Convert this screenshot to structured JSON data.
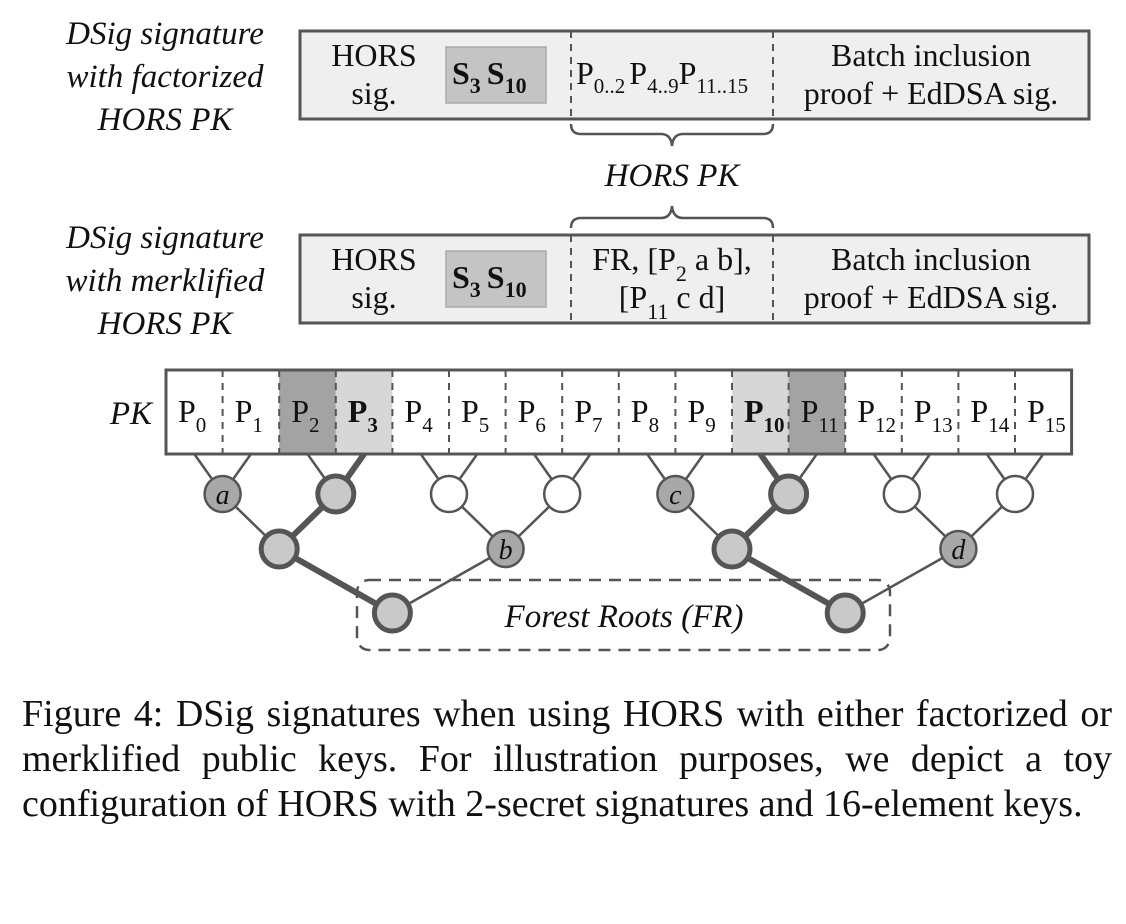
{
  "figure": {
    "rows": [
      {
        "label_lines": [
          "DSig signature",
          "with factorized",
          "HORS PK"
        ],
        "hors_sig_lines": [
          "HORS",
          "sig."
        ],
        "secrets": [
          {
            "base": "S",
            "sub": "3"
          },
          {
            "base": "S",
            "sub": "10"
          }
        ],
        "pk_segments": [
          {
            "base": "P",
            "sub": "0..2"
          },
          {
            "base": "P",
            "sub": "4..9"
          },
          {
            "base": "P",
            "sub": "11..15"
          }
        ],
        "batch_lines": [
          "Batch inclusion",
          "proof + EdDSA sig."
        ]
      },
      {
        "label_lines": [
          "DSig signature",
          "with merklified",
          "HORS PK"
        ],
        "hors_sig_lines": [
          "HORS",
          "sig."
        ],
        "secrets": [
          {
            "base": "S",
            "sub": "3"
          },
          {
            "base": "S",
            "sub": "10"
          }
        ],
        "merkle_line1": {
          "pre": "FR, [P",
          "sub": "2",
          "post": " a b],"
        },
        "merkle_line2": {
          "pre": "[P",
          "sub": "11",
          "post": " c d]"
        },
        "batch_lines": [
          "Batch inclusion",
          "proof + EdDSA sig."
        ]
      }
    ],
    "hors_pk_label": "HORS PK",
    "pk_label": "PK",
    "pk_cells": [
      {
        "base": "P",
        "sub": "0",
        "state": "plain"
      },
      {
        "base": "P",
        "sub": "1",
        "state": "plain"
      },
      {
        "base": "P",
        "sub": "2",
        "state": "dark"
      },
      {
        "base": "P",
        "sub": "3",
        "state": "light-bold"
      },
      {
        "base": "P",
        "sub": "4",
        "state": "plain"
      },
      {
        "base": "P",
        "sub": "5",
        "state": "plain"
      },
      {
        "base": "P",
        "sub": "6",
        "state": "plain"
      },
      {
        "base": "P",
        "sub": "7",
        "state": "plain"
      },
      {
        "base": "P",
        "sub": "8",
        "state": "plain"
      },
      {
        "base": "P",
        "sub": "9",
        "state": "plain"
      },
      {
        "base": "P",
        "sub": "10",
        "state": "light-bold"
      },
      {
        "base": "P",
        "sub": "11",
        "state": "dark"
      },
      {
        "base": "P",
        "sub": "12",
        "state": "plain"
      },
      {
        "base": "P",
        "sub": "13",
        "state": "plain"
      },
      {
        "base": "P",
        "sub": "14",
        "state": "plain"
      },
      {
        "base": "P",
        "sub": "15",
        "state": "plain"
      }
    ],
    "node_labels": {
      "a": "a",
      "b": "b",
      "c": "c",
      "d": "d"
    },
    "forest_roots_label": "Forest Roots (FR)",
    "colors": {
      "box_fill": "#efefef",
      "secret_fill": "#c4c4c4",
      "dark_cell": "#a3a3a3",
      "light_cell": "#d7d7d7",
      "node_gray": "#c9c9c9",
      "node_dark": "#a8a8a8",
      "stroke": "#555555"
    }
  },
  "caption": {
    "lead": "Figure 4:",
    "text": "DSig signatures when using HORS with either factorized or merklified public keys. For illustration purposes, we depict a toy configuration of HORS with 2-secret signatures and 16-element keys."
  }
}
